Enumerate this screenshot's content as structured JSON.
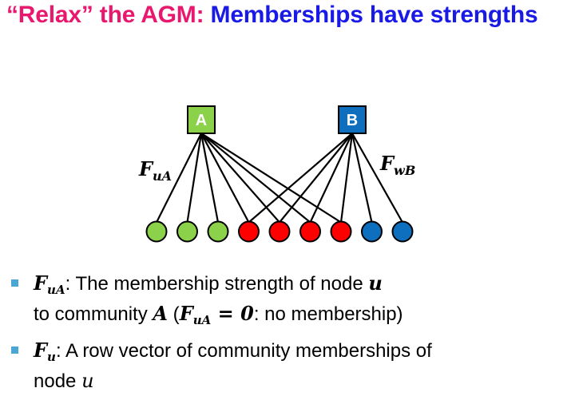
{
  "title": {
    "part1": "“Relax” the AGM: ",
    "part2": "Memberships have strengths",
    "color1": "#e8186e",
    "color2": "#1a1ae6"
  },
  "diagram": {
    "communities": [
      {
        "label": "A",
        "color": "#8cd14a",
        "node_index": 0
      },
      {
        "label": "B",
        "color": "#0d6fbd",
        "node_index": 1
      }
    ],
    "nodes": [
      {
        "color": "#8cd14a",
        "members_of": [
          "A"
        ]
      },
      {
        "color": "#8cd14a",
        "members_of": [
          "A"
        ]
      },
      {
        "color": "#8cd14a",
        "members_of": [
          "A"
        ]
      },
      {
        "color": "#ff0000",
        "members_of": [
          "A",
          "B"
        ]
      },
      {
        "color": "#ff0000",
        "members_of": [
          "A",
          "B"
        ]
      },
      {
        "color": "#ff0000",
        "members_of": [
          "A",
          "B"
        ]
      },
      {
        "color": "#ff0000",
        "members_of": [
          "A",
          "B"
        ]
      },
      {
        "color": "#0d6fbd",
        "members_of": [
          "B"
        ]
      },
      {
        "color": "#0d6fbd",
        "members_of": [
          "B"
        ]
      }
    ],
    "edge_label_a": {
      "main": "F",
      "sub": "uA"
    },
    "edge_label_b": {
      "main": "F",
      "sub": "wB"
    }
  },
  "bullets": {
    "b1": {
      "sym": "F",
      "sym_sub": "uA",
      "text1": ": The membership strength of node ",
      "var_u": "u",
      "text2": "to community ",
      "var_A": "A",
      "paren_open": " (",
      "eq_sym": "F",
      "eq_sub": "uA",
      "eq_rest": " = 0",
      "text3": ": no membership)"
    },
    "b2": {
      "sym": "F",
      "sym_sub": "u",
      "text1": ": A row vector of community memberships of",
      "text2": "node ",
      "var_u": "u"
    }
  }
}
